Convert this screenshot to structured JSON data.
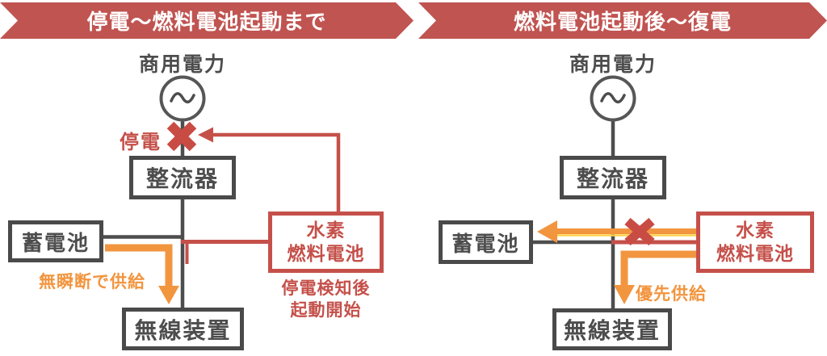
{
  "colors": {
    "banner_red": "#c05451",
    "diagram_red": "#c5504a",
    "dark_gray": "#4d4d4d",
    "orange": "#f2953f",
    "yellow_highlight": "#ffd24a",
    "background": "#ffffff"
  },
  "banners": {
    "left": {
      "label": "停電〜燃料電池起動まで"
    },
    "right": {
      "label": "燃料電池起動後〜復電"
    }
  },
  "panels": {
    "left": {
      "commercial_power": "商用電力",
      "outage_label": "停電",
      "rectifier": "整流器",
      "battery": "蓄電池",
      "fuel_cell_line1": "水素",
      "fuel_cell_line2": "燃料電池",
      "fuel_cell_note_line1": "停電検知後",
      "fuel_cell_note_line2": "起動開始",
      "supply_label": "無瞬断で供給",
      "load": "無線装置"
    },
    "right": {
      "commercial_power": "商用電力",
      "rectifier": "整流器",
      "battery": "蓄電池",
      "fuel_cell_line1": "水素",
      "fuel_cell_line2": "燃料電池",
      "supply_label": "優先供給",
      "load": "無線装置"
    }
  }
}
